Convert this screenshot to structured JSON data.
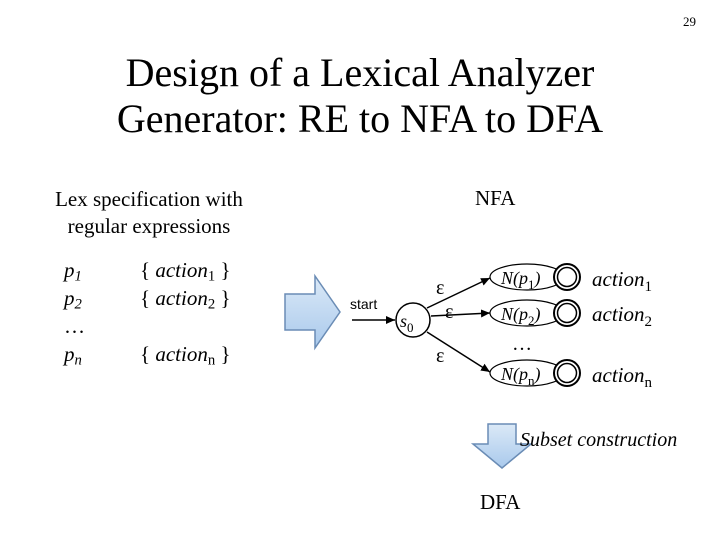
{
  "page_number": "29",
  "title": {
    "line1": "Design of a Lexical Analyzer",
    "line2": "Generator: RE to NFA to DFA"
  },
  "lex_spec": {
    "heading_line1": "Lex specification with",
    "heading_line2": "regular expressions",
    "rows": [
      {
        "pattern": "p",
        "pattern_sub": "1",
        "action_prefix": "{ ",
        "action": "action",
        "action_sub": "1",
        "action_suffix": " }"
      },
      {
        "pattern": "p",
        "pattern_sub": "2",
        "action_prefix": "{ ",
        "action": "action",
        "action_sub": "2",
        "action_suffix": " }"
      },
      {
        "pattern": "…",
        "pattern_sub": "",
        "action_prefix": "",
        "action": "",
        "action_sub": "",
        "action_suffix": ""
      },
      {
        "pattern": "p",
        "pattern_sub": "n",
        "action_prefix": "{ ",
        "action": "action",
        "action_sub": "n",
        "action_suffix": " }"
      }
    ]
  },
  "nfa": {
    "heading": "NFA",
    "start_label": "start",
    "start_state": "s",
    "start_state_sub": "0",
    "epsilon": "ε",
    "ellipsis": "…",
    "branches": [
      {
        "nfa_name": "N(",
        "nfa_arg": "p",
        "nfa_sub": "1",
        "nfa_close": ")",
        "action": "action",
        "action_sub": "1"
      },
      {
        "nfa_name": "N(",
        "nfa_arg": "p",
        "nfa_sub": "2",
        "nfa_close": ")",
        "action": "action",
        "action_sub": "2"
      },
      {
        "nfa_name": "N(",
        "nfa_arg": "p",
        "nfa_sub": "n",
        "nfa_close": ")",
        "action": "action",
        "action_sub": "n"
      }
    ]
  },
  "subset_label": "Subset construction",
  "dfa_heading": "DFA",
  "colors": {
    "arrow_fill_top": "#dbe9f7",
    "arrow_fill_bottom": "#a9c9ec",
    "arrow_stroke": "#6a8cb5",
    "ink": "#000000"
  }
}
